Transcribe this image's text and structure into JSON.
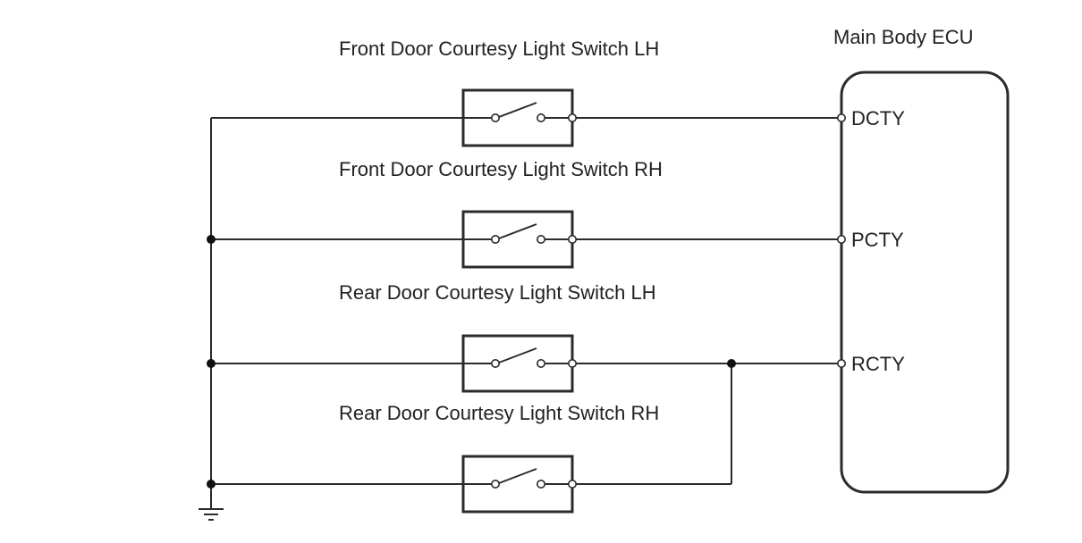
{
  "ecu": {
    "title": "Main Body ECU",
    "pins": [
      "DCTY",
      "PCTY",
      "RCTY"
    ]
  },
  "switches": [
    {
      "label": "Front Door Courtesy Light Switch LH"
    },
    {
      "label": "Front Door Courtesy Light Switch RH"
    },
    {
      "label": "Rear Door Courtesy Light Switch LH"
    },
    {
      "label": "Rear Door Courtesy Light Switch RH"
    }
  ],
  "icons": {
    "ground": "ground-icon",
    "switch": "open-switch-icon"
  },
  "colors": {
    "line": "#2b2b2b",
    "text": "#222222"
  }
}
